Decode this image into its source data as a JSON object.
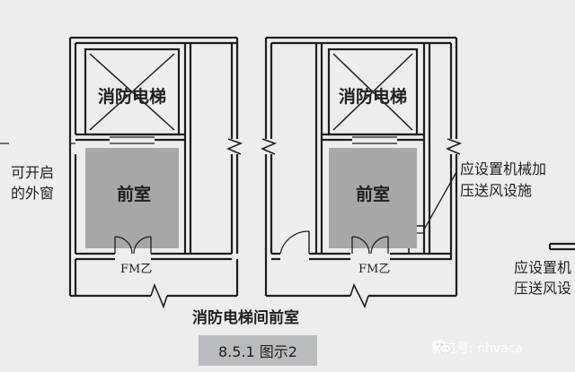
{
  "labels": {
    "elevator": "消防电梯",
    "anteroom": "前室",
    "fire_door": "FM乙",
    "window_line1": "可开启",
    "window_line2": "的外窗",
    "mech_line1": "应设置机械加",
    "mech_line2": "压送风设施",
    "cut_line1": "应设置机",
    "cut_line2": "压送风设",
    "title": "消防电梯间前室",
    "caption": "8.5.1  图示2",
    "watermark": "微信号: nhvaca"
  },
  "colors": {
    "background": "#eceeee",
    "wall": "#1e1e1e",
    "anteroom_fill": "#a6a8a8",
    "caption_fill": "#b9bcbe"
  },
  "icons": [
    "wechat-icon"
  ]
}
